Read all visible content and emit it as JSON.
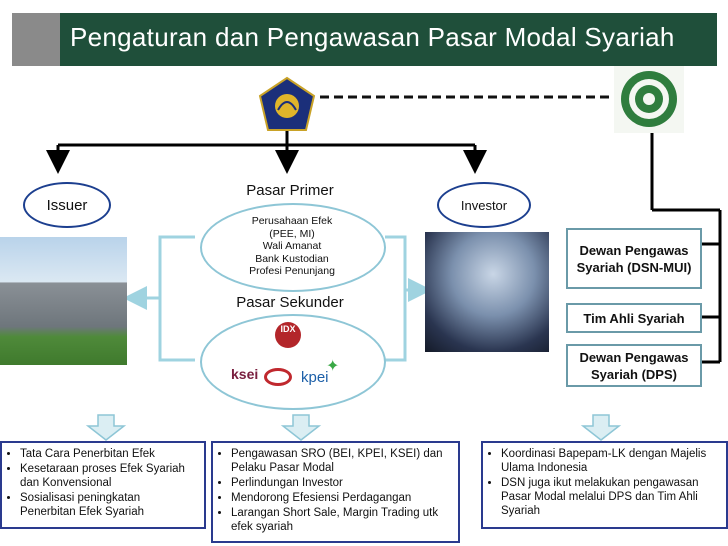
{
  "title": "Pengaturan dan Pengawasan Pasar Modal Syariah",
  "nodes": {
    "issuer": "Issuer",
    "investor": "Investor",
    "pasar_primer": "Pasar Primer",
    "pasar_sekunder": "Pasar Sekunder",
    "primer_items": [
      "Perusahaan Efek",
      "(PEE,  MI)",
      "Wali Amanat",
      "Bank Kustodian",
      "Profesi Penunjang"
    ]
  },
  "logos": {
    "idx": "IDX",
    "ksei": "ksei",
    "kpei": "kpei"
  },
  "dsn_boxes": [
    "Dewan Pengawas Syariah (DSN-MUI)",
    "Tim Ahli Syariah",
    "Dewan Pengawas Syariah (DPS)"
  ],
  "bottom_lists": {
    "left": [
      "Tata Cara Penerbitan Efek",
      "Kesetaraan proses Efek Syariah dan Konvensional",
      "Sosialisasi peningkatan Penerbitan Efek Syariah"
    ],
    "middle": [
      "Pengawasan SRO (BEI, KPEI, KSEI) dan Pelaku Pasar Modal",
      "Perlindungan Investor",
      "Mendorong Efesiensi Perdagangan",
      "Larangan Short Sale, Margin Trading utk efek syariah"
    ],
    "right": [
      "Koordinasi Bapepam-LK dengan Majelis Ulama Indonesia",
      "DSN juga ikut melakukan pengawasan Pasar Modal melalui DPS dan Tim Ahli Syariah"
    ]
  },
  "colors": {
    "header": "#1f4f3a",
    "oval_border": "#1c3f8f",
    "market_border": "#8ec6d6",
    "bottom_border": "#2a3a8e"
  }
}
